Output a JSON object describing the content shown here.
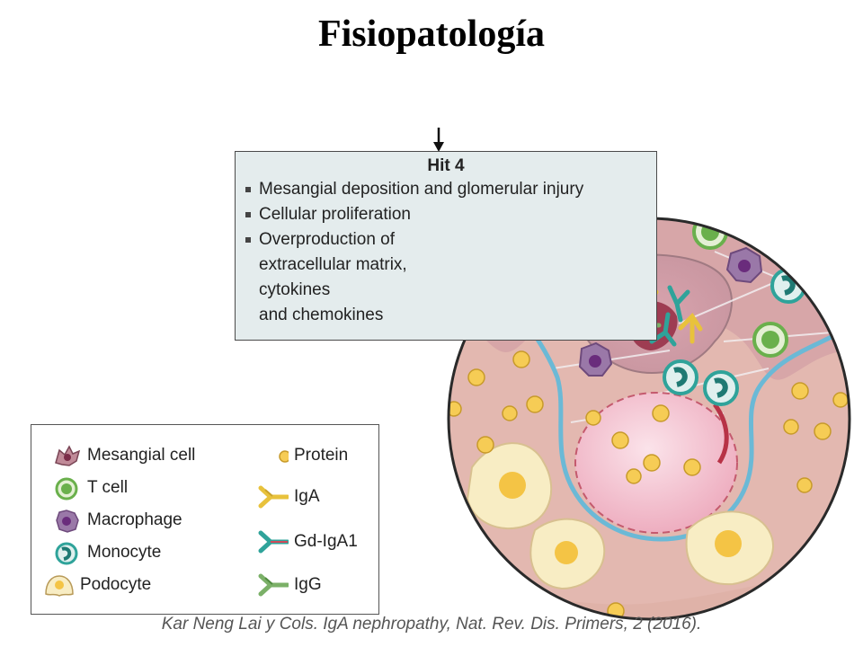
{
  "page": {
    "title": "Fisiopatología"
  },
  "hit": {
    "title": "Hit 4",
    "bullets": [
      [
        "Mesangial deposition and glomerular injury"
      ],
      [
        "Cellular proliferation"
      ],
      [
        "Overproduction of",
        "extracellular matrix,",
        "cytokines",
        "and chemokines"
      ]
    ]
  },
  "legend": {
    "items": [
      {
        "label": "Mesangial cell",
        "icon": "mesangial-cell-icon",
        "color": "#a06a7c"
      },
      {
        "label": "T cell",
        "icon": "t-cell-icon",
        "color": "#6ab04c"
      },
      {
        "label": "Macrophage",
        "icon": "macrophage-icon",
        "color": "#9a78a8"
      },
      {
        "label": "Monocyte",
        "icon": "monocyte-icon",
        "color": "#2fa39a"
      },
      {
        "label": "Podocyte",
        "icon": "podocyte-icon",
        "color": "#f8edc4"
      },
      {
        "label": "Protein",
        "icon": "protein-icon",
        "color": "#f6cc55"
      },
      {
        "label": "IgA",
        "icon": "iga-icon",
        "color": "#e8c23c"
      },
      {
        "label": "Gd-IgA1",
        "icon": "gd-iga1-icon",
        "color": "#2fa39a"
      },
      {
        "label": "IgG",
        "icon": "igg-icon",
        "color": "#7bb068"
      }
    ]
  },
  "citation": "Kar Neng Lai  y Cols. IgA nephropathy, Nat. Rev. Dis. Primers, 2 (2016)."
}
